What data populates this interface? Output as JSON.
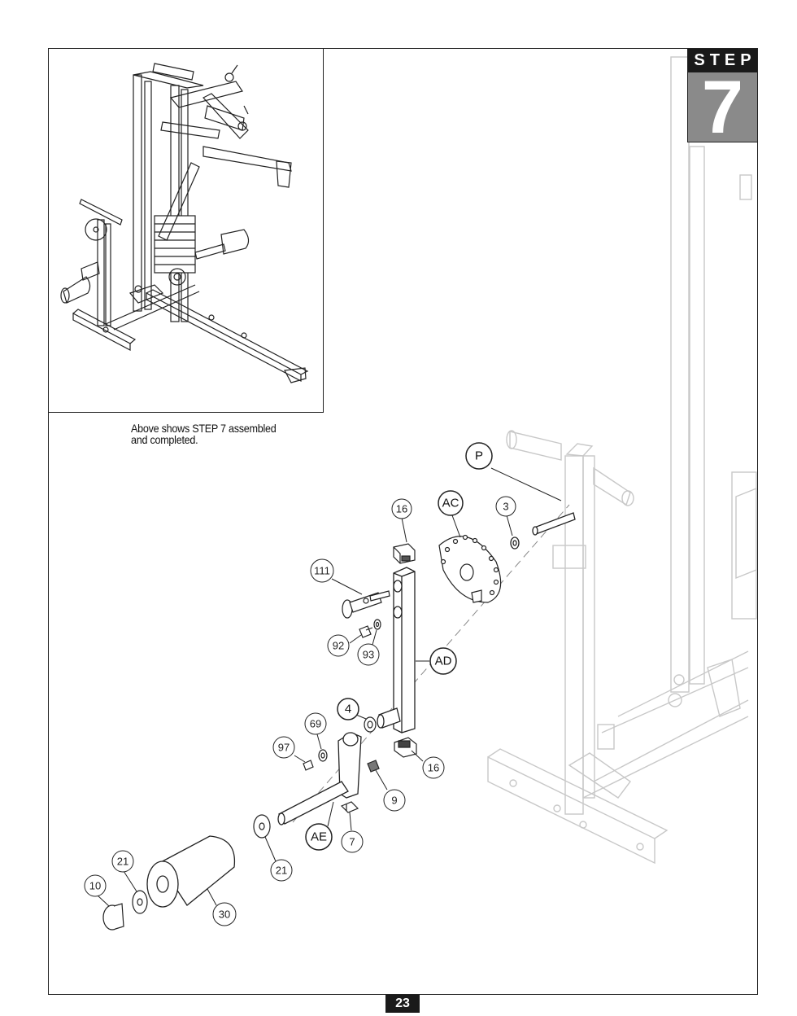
{
  "step": {
    "label": "STEP",
    "number": "7"
  },
  "inset": {
    "caption_line1": "Above shows STEP 7 assembled",
    "caption_line2": "and completed."
  },
  "callouts": {
    "c16_top": "16",
    "cAC": "AC",
    "c3": "3",
    "cP": "P",
    "c111": "111",
    "c92": "92",
    "c93": "93",
    "cAD": "AD",
    "c4": "4",
    "c69": "69",
    "c97": "97",
    "c16_bottom": "16",
    "c9": "9",
    "cAE": "AE",
    "c7": "7",
    "c21_right": "21",
    "c21_left": "21",
    "c10": "10",
    "c30": "30"
  },
  "page_number": "23"
}
